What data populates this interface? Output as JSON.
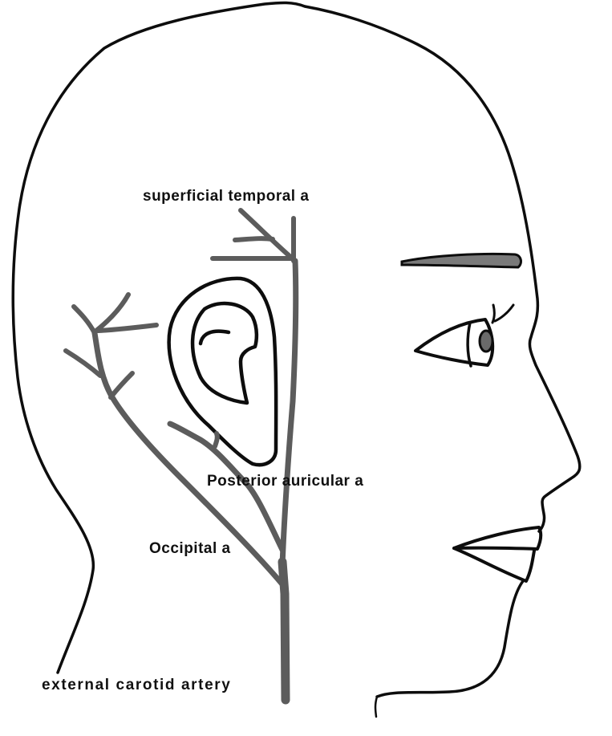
{
  "diagram": {
    "subject": "Head profile showing external carotid artery branches",
    "colors": {
      "outline": "#0d0d0d",
      "artery": "#5c5c5c",
      "eyebrow_fill": "#7a7a7a",
      "iris_fill": "#6a6a6a",
      "background": "#ffffff"
    },
    "labels": {
      "superficial_temporal": "superficial temporal a",
      "posterior_auricular": "Posterior auricular a",
      "occipital": "Occipital a",
      "external_carotid": "external carotid artery"
    }
  }
}
